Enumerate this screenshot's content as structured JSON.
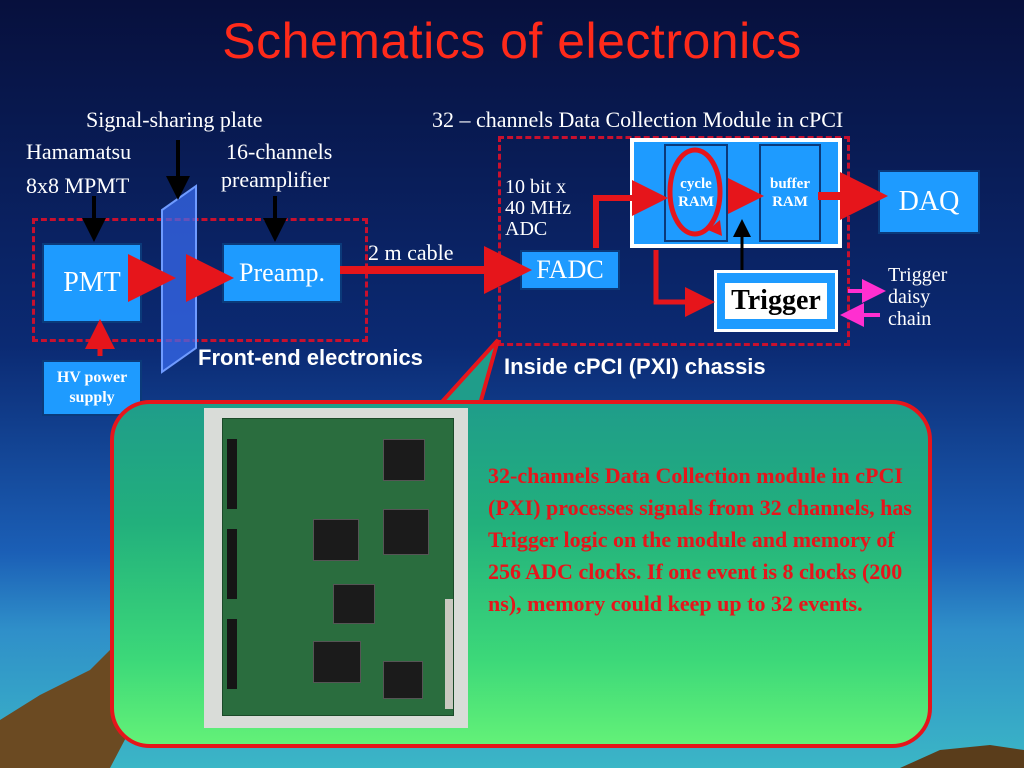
{
  "title": "Schematics of electronics",
  "labels": {
    "signal_plate": "Signal-sharing plate",
    "hamamatsu_line1": "Hamamatsu",
    "hamamatsu_line2": "8x8 MPMT",
    "preamp16_line1": "16-channels",
    "preamp16_line2": "preamplifier",
    "dcm_header": "32 – channels Data Collection Module in cPCI",
    "adc_line1": "10 bit x",
    "adc_line2": "40 MHz",
    "adc_line3": "ADC",
    "cable": "2 m cable",
    "trigger_chain_line1": "Trigger",
    "trigger_chain_line2": "daisy",
    "trigger_chain_line3": "chain",
    "front_end": "Front-end electronics",
    "inside_chassis": "Inside cPCI (PXI) chassis"
  },
  "blocks": {
    "pmt": "PMT",
    "preamp": "Preamp.",
    "hv_line1": "HV power",
    "hv_line2": "supply",
    "fadc": "FADC",
    "cycle_line1": "cycle",
    "cycle_line2": "RAM",
    "buffer_line1": "buffer",
    "buffer_line2": "RAM",
    "daq": "DAQ",
    "trigger": "Trigger"
  },
  "callout_text": "32-channels Data Collection module in cPCI (PXI) processes signals from 32 channels, has Trigger logic on the module and memory of 256 ADC clocks. If one event is 8 clocks (200 ns), memory could keep up to 32 events.",
  "colors": {
    "title": "#ff2a1a",
    "block_fill": "#1e9bff",
    "arrow_red": "#e6151b",
    "dashed_border": "#c8102e",
    "callout_text": "#e6151b",
    "trigger_chain_arrow": "#ff2fd0"
  }
}
